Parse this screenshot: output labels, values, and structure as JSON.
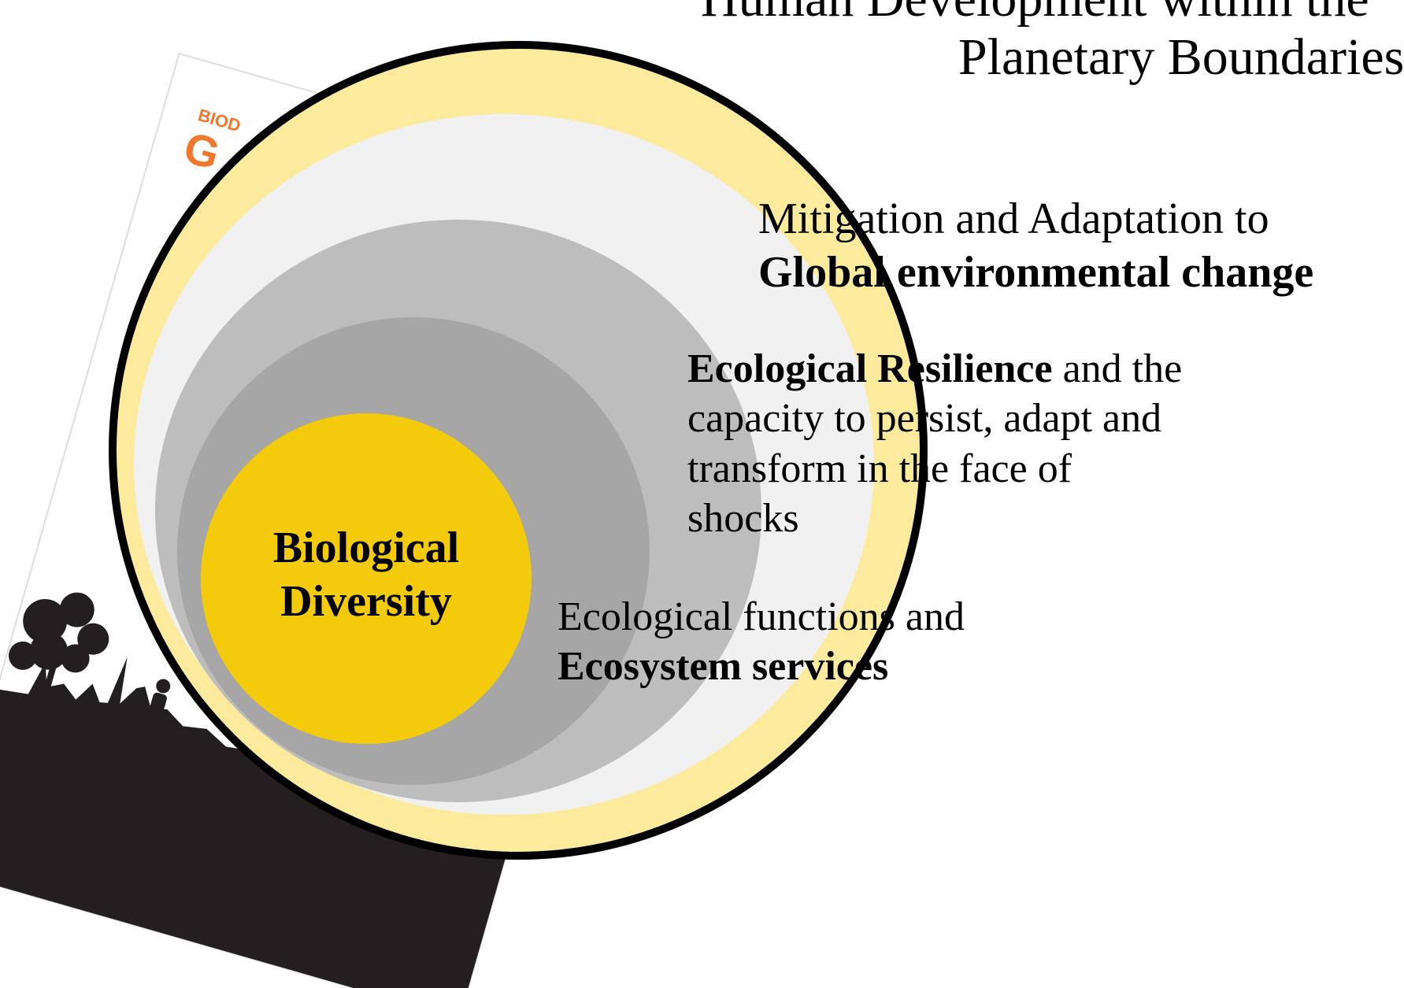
{
  "title": {
    "line1": "Human Development within the",
    "line2": "Planetary Boundaries"
  },
  "book_cover": {
    "series": "BIOD",
    "letter": "G"
  },
  "rings": [
    {
      "prefix": "Mitigation and Adaptation to",
      "bold": "Global environmental change",
      "color": "#fcea9d"
    },
    {
      "bold": "Ecological Resilience",
      "rest_line1": " and the",
      "line2": "capacity to persist, adapt and",
      "line3": "transform in the face of",
      "line4": "shocks",
      "color": "#f1f1f1"
    },
    {
      "prefix": "Ecological functions and",
      "bold": "Ecosystem services",
      "color": "#bdbdbd"
    },
    {
      "color": "#a6a6a6"
    }
  ],
  "core": {
    "line1": "Biological",
    "line2": "Diversity",
    "color": "#f4cb0b"
  },
  "colors": {
    "outline": "#000000",
    "cover_orange": "#f0772b",
    "silhouette": "#231f20"
  }
}
